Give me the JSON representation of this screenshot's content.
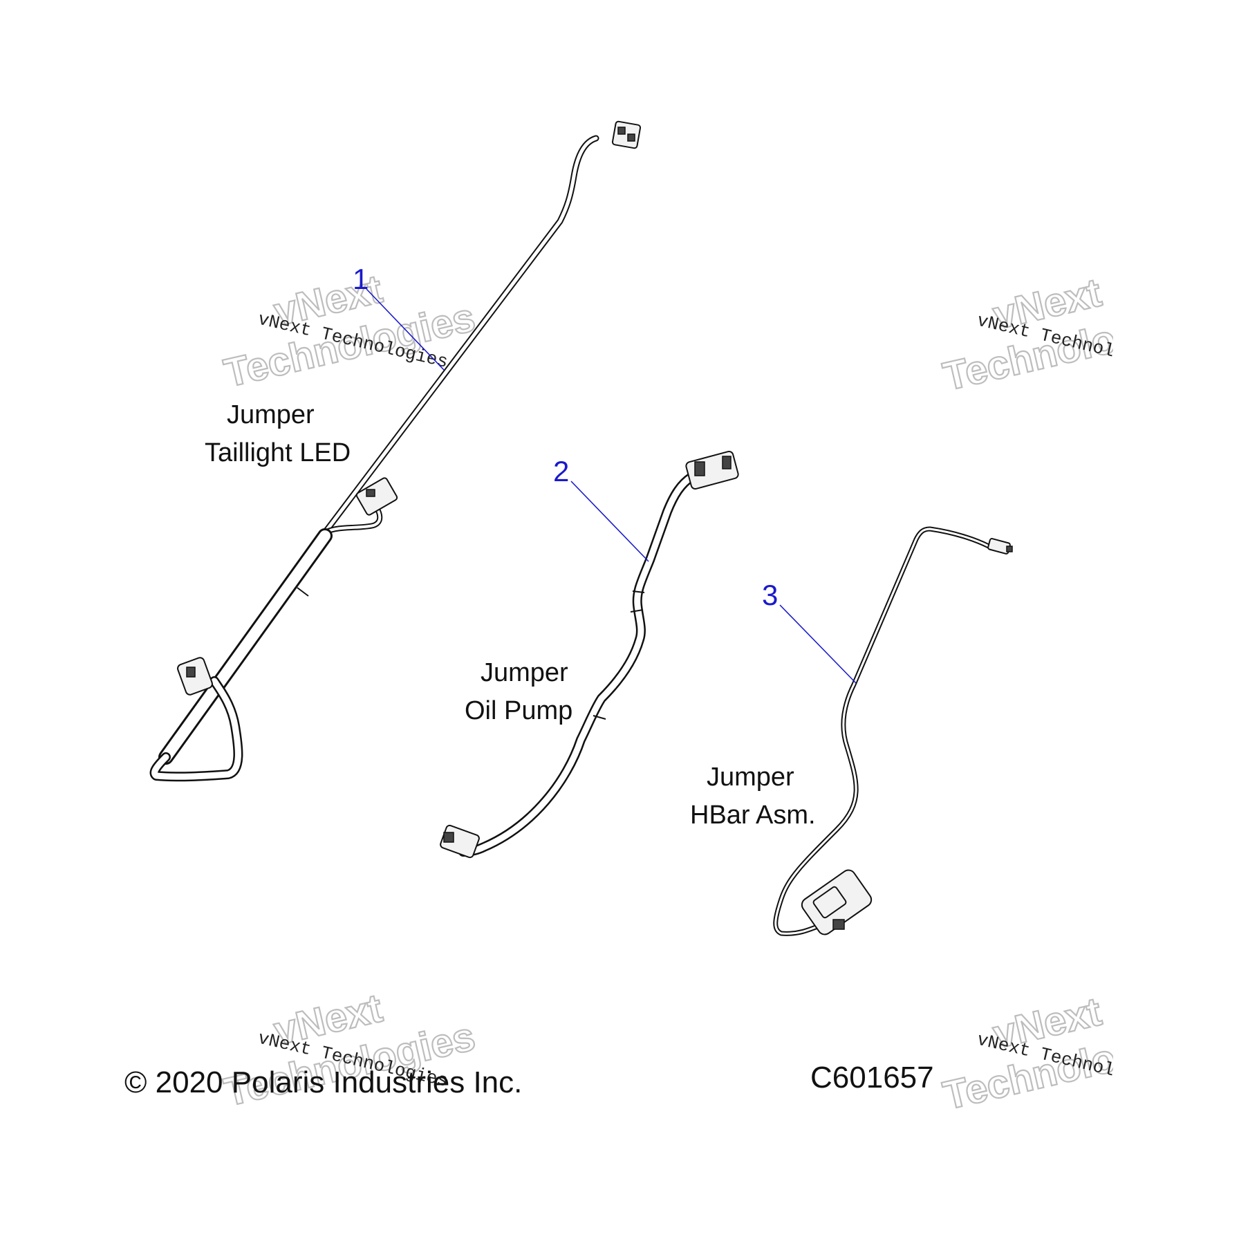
{
  "parts": [
    {
      "callout": "1",
      "name_line1": "Jumper",
      "name_line2": "Taillight LED"
    },
    {
      "callout": "2",
      "name_line1": "Jumper",
      "name_line2": "Oil Pump"
    },
    {
      "callout": "3",
      "name_line1": "Jumper",
      "name_line2": "HBar Asm."
    }
  ],
  "watermark": {
    "small": "vNext Technologies",
    "big_line1": "vNext",
    "big_line2": "Technologies"
  },
  "footer": {
    "copyright": "© 2020 Polaris Industries Inc.",
    "drawing_number": "C601657"
  },
  "colors": {
    "callout": "#1a1acc",
    "line": "#111111",
    "watermark": "#bdbdbd"
  }
}
